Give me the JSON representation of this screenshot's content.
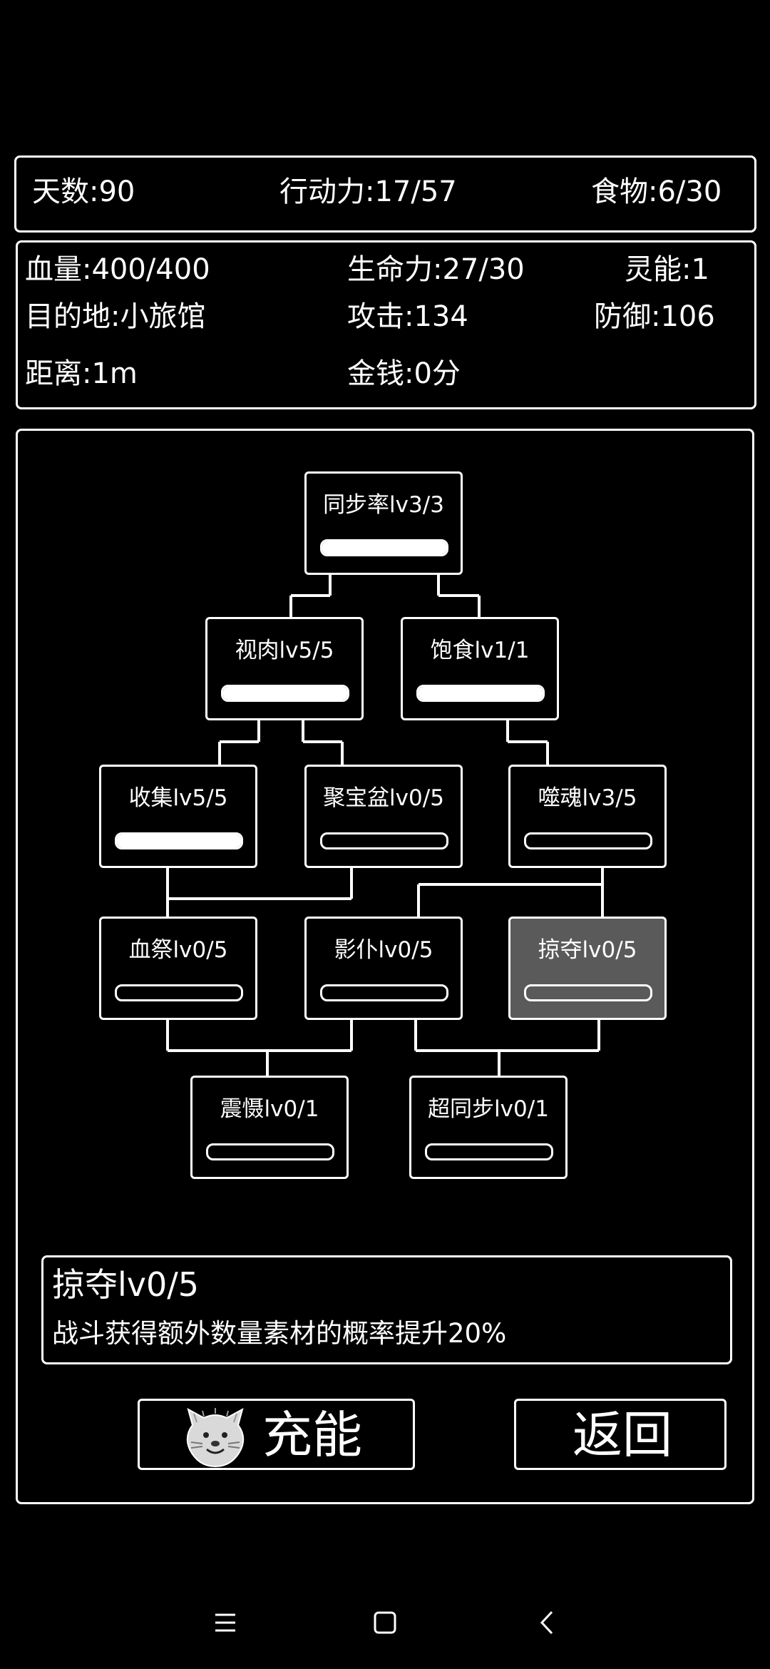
{
  "status": {
    "days": "天数:90",
    "action": "行动力:17/57",
    "food": "食物:6/30"
  },
  "stats": {
    "hp": "血量:400/400",
    "vitality": "生命力:27/30",
    "spirit": "灵能:1",
    "destination": "目的地:小旅馆",
    "attack": "攻击:134",
    "defense": "防御:106",
    "distance": "距离:1m",
    "money": "金钱:0分"
  },
  "skills": [
    {
      "label": "同步率lv3/3",
      "fill": 1.0,
      "selected": false
    },
    {
      "label": "视肉lv5/5",
      "fill": 1.0,
      "selected": false
    },
    {
      "label": "饱食lv1/1",
      "fill": 1.0,
      "selected": false
    },
    {
      "label": "收集lv5/5",
      "fill": 1.0,
      "selected": false
    },
    {
      "label": "聚宝盆lv0/5",
      "fill": 0.0,
      "selected": false
    },
    {
      "label": "噬魂lv3/5",
      "fill": 0.0,
      "selected": false
    },
    {
      "label": "血祭lv0/5",
      "fill": 0.0,
      "selected": false
    },
    {
      "label": "影仆lv0/5",
      "fill": 0.0,
      "selected": false
    },
    {
      "label": "掠夺lv0/5",
      "fill": 0.0,
      "selected": true
    },
    {
      "label": "震慑lv0/1",
      "fill": 0.0,
      "selected": false
    },
    {
      "label": "超同步lv0/1",
      "fill": 0.0,
      "selected": false
    }
  ],
  "detail": {
    "title": "掠夺lv0/5",
    "description": "战斗获得额外数量素材的概率提升20%"
  },
  "buttons": {
    "charge": "充能",
    "back": "返回"
  },
  "icons": {
    "charge": "cat-face-icon",
    "nav_menu": "menu-lines-icon",
    "nav_home": "square-icon",
    "nav_back": "chevron-left-icon"
  }
}
